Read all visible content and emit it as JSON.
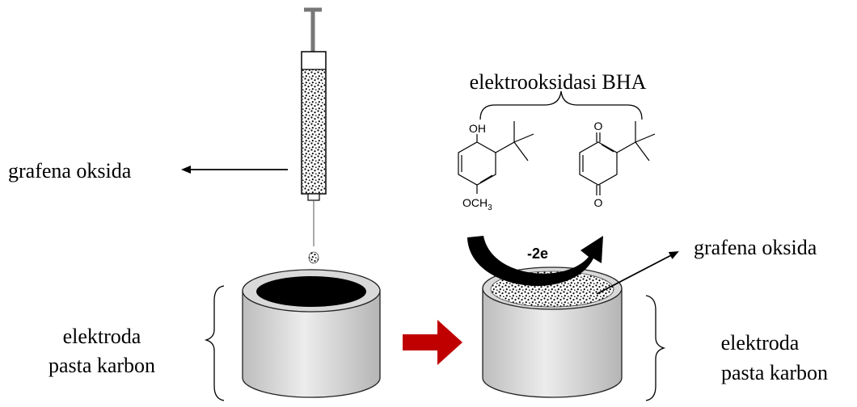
{
  "labels": {
    "syringe_label": "grafena oksida",
    "reaction_title": "elektrooksidasi BHA",
    "surface_label": "grafena oksida",
    "electrons": "-2e",
    "left_electrode_line1": "elektroda",
    "left_electrode_line2": "pasta karbon",
    "right_electrode_line1": "elektroda",
    "right_electrode_line2": "pasta karbon"
  },
  "molecules": {
    "reactant": {
      "hydroxyl": "OH",
      "methoxy": "OCH",
      "methoxy_sub": "3"
    },
    "product": {
      "oxygen_top": "O",
      "oxygen_bottom": "O"
    }
  },
  "colors": {
    "cylinder_fill": "#e0e0e0",
    "cylinder_inner": "#000000",
    "process_arrow": "#c00000",
    "curved_arrow": "#000000",
    "syringe_fill": "#ffffff"
  }
}
